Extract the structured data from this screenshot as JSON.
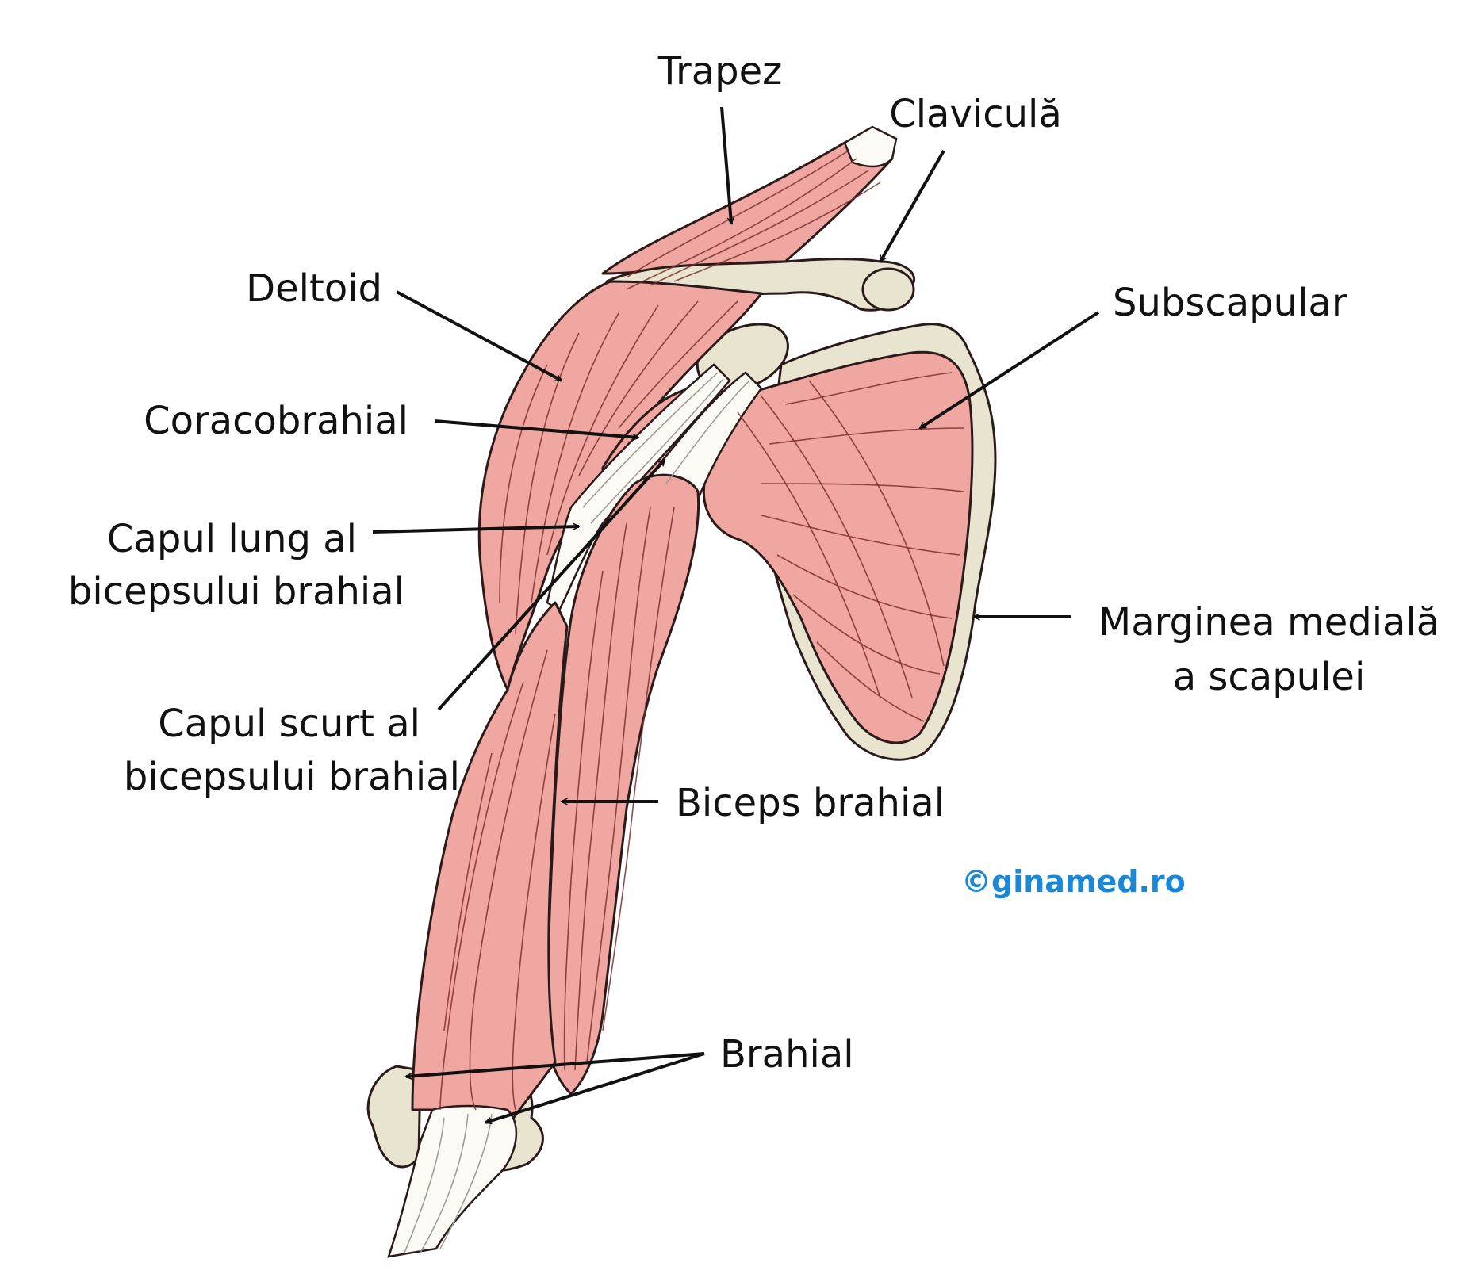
{
  "labels": {
    "trapez": "Trapez",
    "clavicula": "Claviculă",
    "deltoid": "Deltoid",
    "subscapular": "Subscapular",
    "coracobrahial": "Coracobrahial",
    "capul_lung_1": "Capul lung al",
    "capul_lung_2": "bicepsului brahial",
    "marginea_1": "Marginea medială",
    "marginea_2": "a scapulei",
    "capul_scurt_1": "Capul scurt al",
    "capul_scurt_2": "bicepsului brahial",
    "biceps": "Biceps brahial",
    "brahial": "Brahial"
  },
  "watermark": "©ginamed.ro",
  "colors": {
    "muscle": "#f1a7a1",
    "bone": "#e8e4d0",
    "outline": "#2a1a1a",
    "fiber": "#7a2f2c",
    "watermark": "#1a88d6"
  }
}
